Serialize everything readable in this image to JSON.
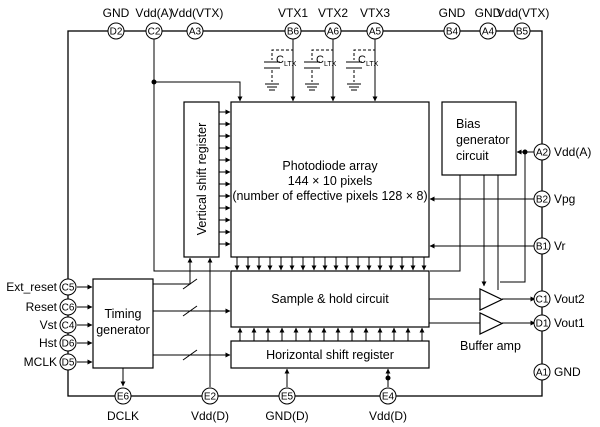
{
  "blocks": {
    "photodiode": {
      "line1": "Photodiode array",
      "line2": "144 × 10 pixels",
      "line3": "(number of effective pixels 128 × 8)"
    },
    "vertical_shift": "Vertical shift register",
    "bias": {
      "line1": "Bias",
      "line2": "generator",
      "line3": "circuit"
    },
    "sample_hold": "Sample & hold circuit",
    "horizontal_shift": "Horizontal shift register",
    "timing": {
      "line1": "Timing",
      "line2": "generator"
    },
    "buffer_amp": "Buffer amp"
  },
  "capacitor_label": "CLTX",
  "capacitor_main": "C",
  "capacitor_sub": "LTX",
  "pins": {
    "top": [
      {
        "id": "D2",
        "label": "GND"
      },
      {
        "id": "C2",
        "label": "Vdd(A)"
      },
      {
        "id": "A3",
        "label": "Vdd(VTX)"
      },
      {
        "id": "B6",
        "label": "VTX1"
      },
      {
        "id": "A6",
        "label": "VTX2"
      },
      {
        "id": "A5",
        "label": "VTX3"
      },
      {
        "id": "B4",
        "label": "GND"
      },
      {
        "id": "A4",
        "label": "GND"
      },
      {
        "id": "B5",
        "label": "Vdd(VTX)"
      }
    ],
    "left": [
      {
        "id": "C5",
        "label": "Ext_reset"
      },
      {
        "id": "C6",
        "label": "Reset"
      },
      {
        "id": "C4",
        "label": "Vst"
      },
      {
        "id": "D6",
        "label": "Hst"
      },
      {
        "id": "D5",
        "label": "MCLK"
      }
    ],
    "right": [
      {
        "id": "A2",
        "label": "Vdd(A)"
      },
      {
        "id": "B2",
        "label": "Vpg"
      },
      {
        "id": "B1",
        "label": "Vr"
      },
      {
        "id": "C1",
        "label": "Vout2"
      },
      {
        "id": "D1",
        "label": "Vout1"
      },
      {
        "id": "A1",
        "label": "GND"
      }
    ],
    "bottom": [
      {
        "id": "E6",
        "label": "DCLK"
      },
      {
        "id": "E2",
        "label": "Vdd(D)"
      },
      {
        "id": "E5",
        "label": "GND(D)"
      },
      {
        "id": "E4",
        "label": "Vdd(D)"
      }
    ]
  }
}
